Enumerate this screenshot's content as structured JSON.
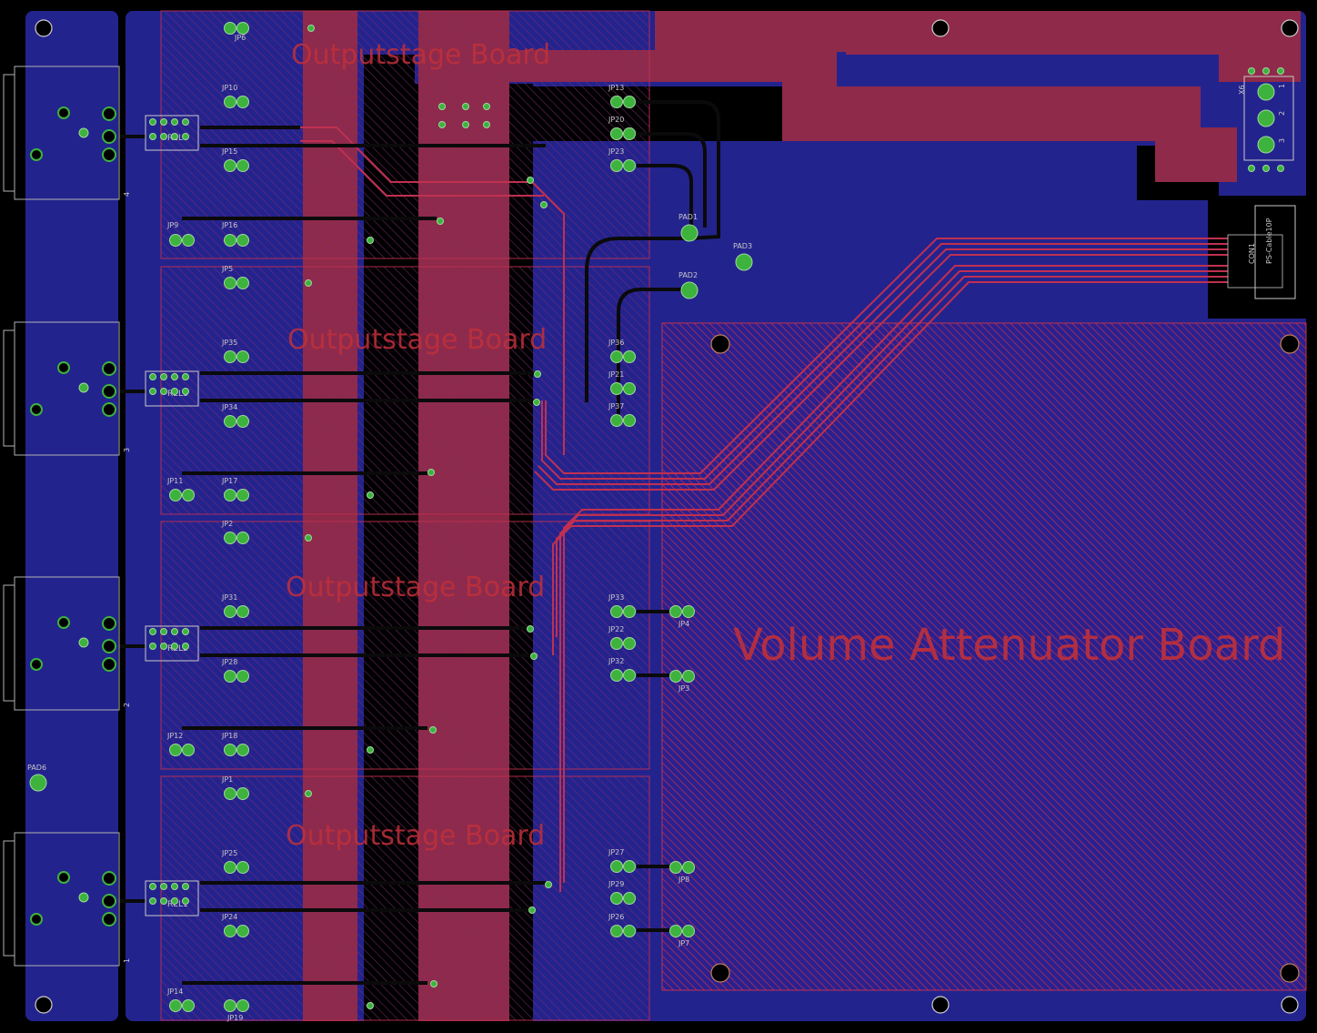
{
  "board_labels": {
    "outputstage": "Outputstage Board",
    "volume": "Volume Attenuator Board"
  },
  "relays": [
    "REL4",
    "REL3",
    "REL2",
    "REL1"
  ],
  "channel_numbers": [
    "4",
    "3",
    "2",
    "1"
  ],
  "jumpers": {
    "JP6": "JP6",
    "JP10": "JP10",
    "JP15": "JP15",
    "JP9": "JP9",
    "JP16": "JP16",
    "JP5": "JP5",
    "JP35": "JP35",
    "JP34": "JP34",
    "JP11": "JP11",
    "JP17": "JP17",
    "JP2": "JP2",
    "JP31": "JP31",
    "JP28": "JP28",
    "JP12": "JP12",
    "JP18": "JP18",
    "JP1": "JP1",
    "JP25": "JP25",
    "JP24": "JP24",
    "JP14": "JP14",
    "JP19": "JP19",
    "JP13": "JP13",
    "JP20": "JP20",
    "JP23": "JP23",
    "JP36": "JP36",
    "JP21": "JP21",
    "JP37": "JP37",
    "JP33": "JP33",
    "JP22": "JP22",
    "JP32": "JP32",
    "JP4": "JP4",
    "JP3": "JP3",
    "JP27": "JP27",
    "JP29": "JP29",
    "JP26": "JP26",
    "JP8": "JP8",
    "JP7": "JP7"
  },
  "pads": {
    "PAD1": "PAD1",
    "PAD2": "PAD2",
    "PAD3": "PAD3",
    "PAD6": "PAD6"
  },
  "connectors": {
    "x6": "X6",
    "con1": "CON1",
    "con1_sub": "PS-Cable10P"
  },
  "x6_pins": [
    "1",
    "2",
    "3"
  ],
  "colors": {
    "background": "#000000",
    "copper_bottom": "#23238e",
    "copper_top": "#8f2a4a",
    "via": "#3db33d",
    "silk": "#c8c8c8",
    "label_red": "#c0303a"
  }
}
